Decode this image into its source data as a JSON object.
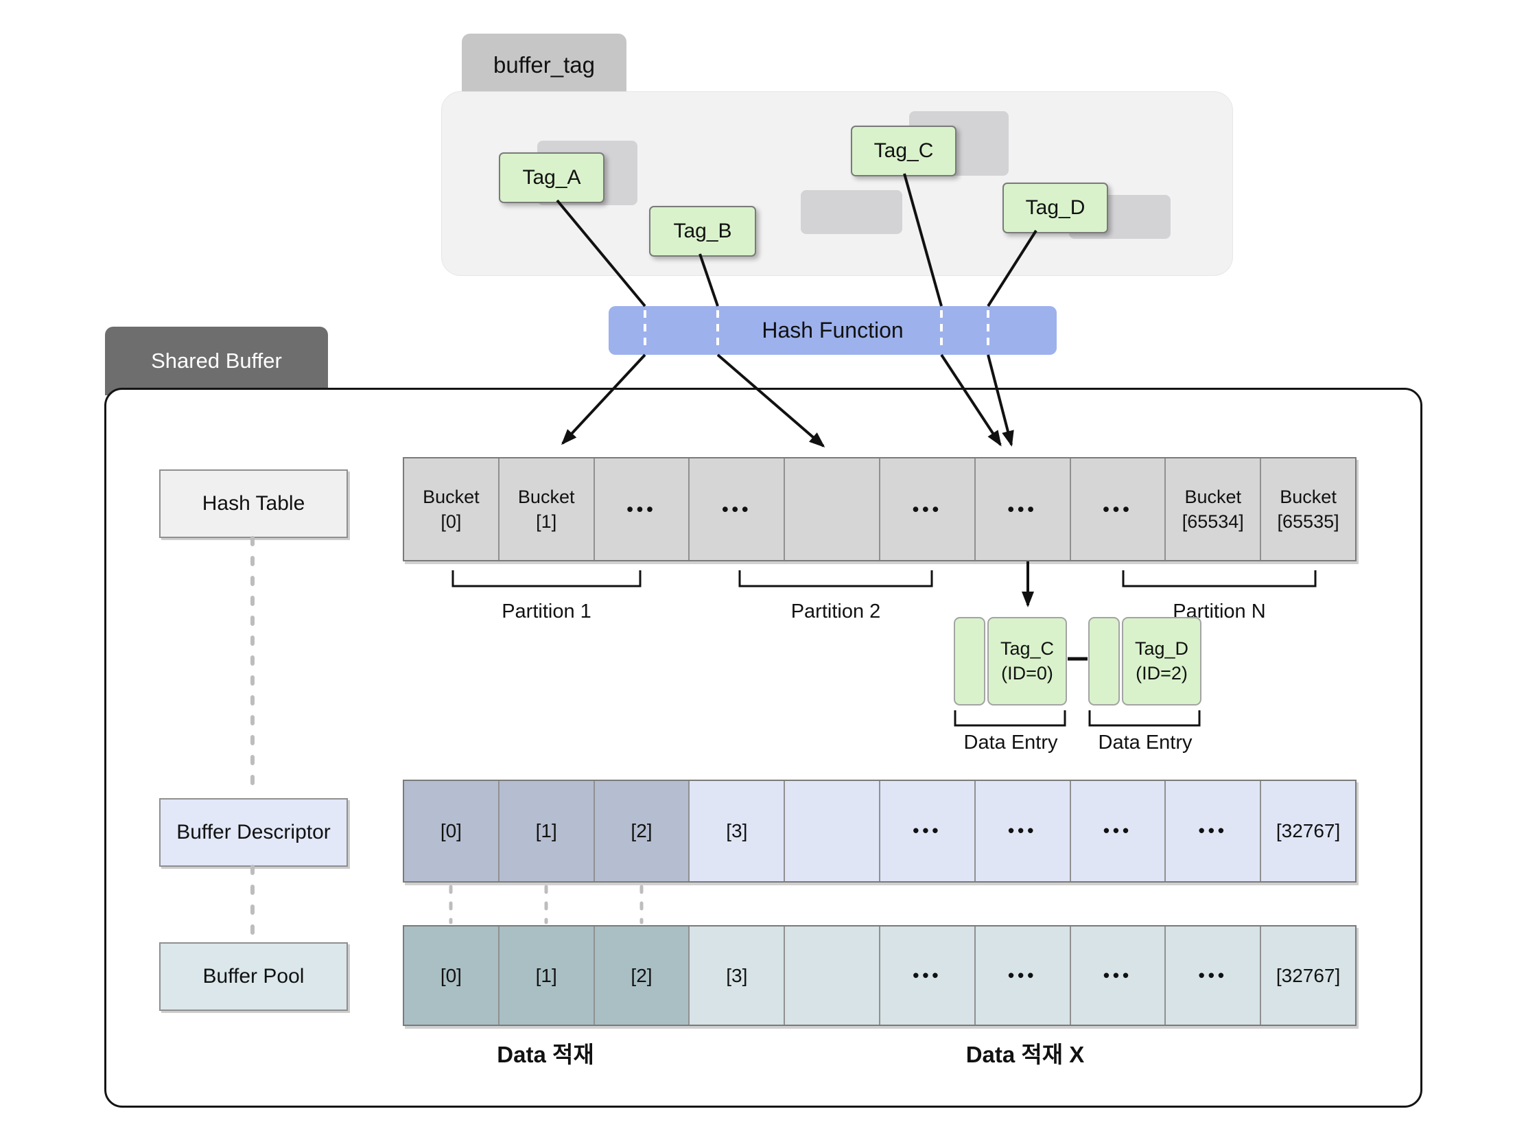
{
  "buffer_tag_panel": {
    "title": "buffer_tag",
    "tags": {
      "tag_a": "Tag_A",
      "tag_b": "Tag_B",
      "tag_c": "Tag_C",
      "tag_d": "Tag_D"
    }
  },
  "hash_function": {
    "label": "Hash Function"
  },
  "shared_buffer": {
    "title": "Shared Buffer",
    "hash_table": {
      "label": "Hash Table",
      "cells": [
        "Bucket\n[0]",
        "Bucket\n[1]",
        "•••",
        "•••",
        "",
        "•••",
        "•••",
        "•••",
        "Bucket\n[65534]",
        "Bucket\n[65535]"
      ],
      "partitions": [
        "Partition 1",
        "Partition 2",
        "Partition N"
      ]
    },
    "data_entries": {
      "entry1": {
        "tag": "Tag_C",
        "id": "(ID=0)",
        "caption": "Data Entry"
      },
      "entry2": {
        "tag": "Tag_D",
        "id": "(ID=2)",
        "caption": "Data Entry"
      }
    },
    "buffer_descriptor": {
      "label": "Buffer Descriptor",
      "cells": [
        "[0]",
        "[1]",
        "[2]",
        "[3]",
        "",
        "•••",
        "•••",
        "•••",
        "•••",
        "[32767]"
      ]
    },
    "buffer_pool": {
      "label": "Buffer Pool",
      "cells": [
        "[0]",
        "[1]",
        "[2]",
        "[3]",
        "",
        "•••",
        "•••",
        "•••",
        "•••",
        "[32767]"
      ]
    },
    "footer": {
      "loaded": "Data 적재",
      "not_loaded": "Data 적재 X"
    }
  },
  "colors": {
    "tag_green": "#d9f2cb",
    "hash_bar_blue": "#9db1ec",
    "buffer_tag_tab_gray": "#c6c6c6",
    "shared_tab_gray": "#6e6e6e",
    "bucket_gray": "#d6d6d6",
    "descriptor_dark": "#b5bdd0",
    "descriptor_light": "#dfe5f5",
    "pool_dark": "#aabfc4",
    "pool_light": "#d7e3e6"
  }
}
